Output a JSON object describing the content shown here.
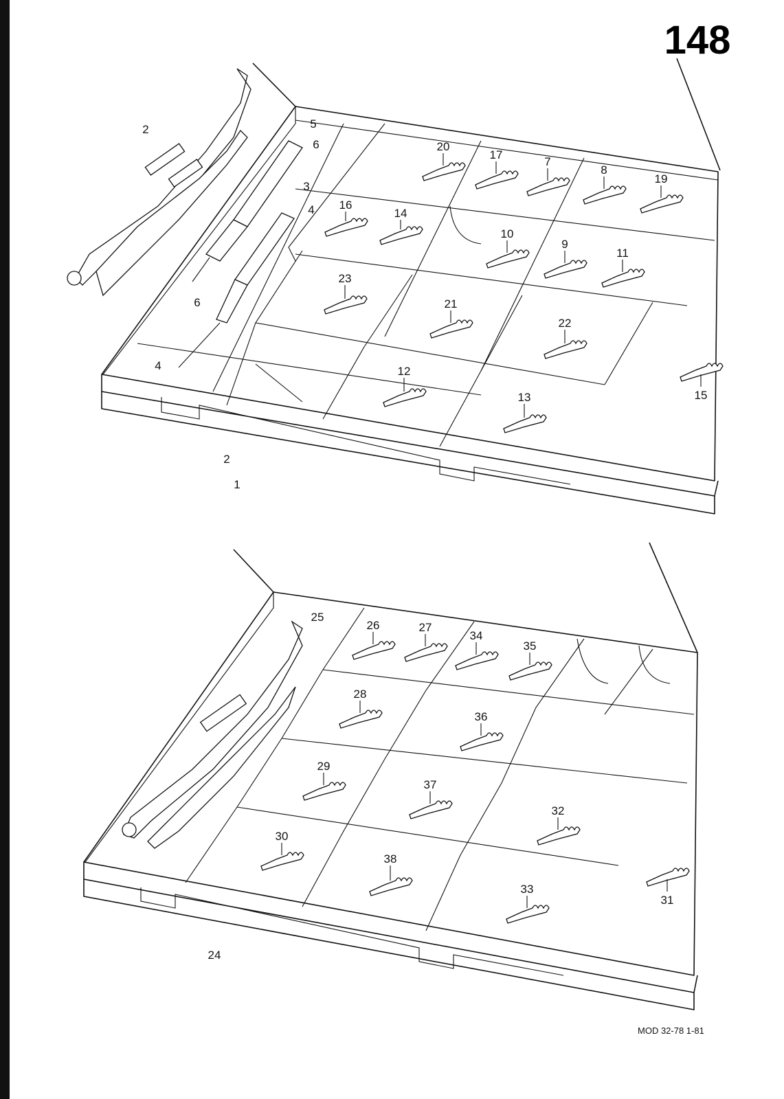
{
  "page_number": "148",
  "footer_code": "MOD 32-78  1-81",
  "top_assembly": {
    "callouts": [
      "2",
      "5",
      "6",
      "20",
      "17",
      "7",
      "8",
      "19",
      "3",
      "4",
      "16",
      "14",
      "10",
      "9",
      "11",
      "23",
      "21",
      "22",
      "6",
      "12",
      "13",
      "4",
      "15",
      "2",
      "1"
    ]
  },
  "bottom_assembly": {
    "callouts": [
      "25",
      "26",
      "27",
      "34",
      "35",
      "28",
      "36",
      "29",
      "37",
      "32",
      "30",
      "38",
      "33",
      "31",
      "24"
    ]
  }
}
